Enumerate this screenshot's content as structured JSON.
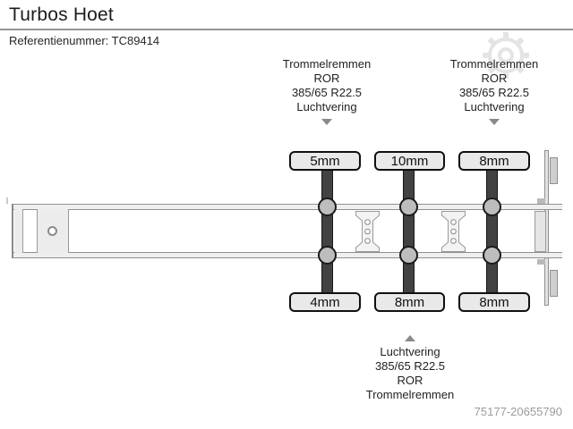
{
  "header": {
    "title": "Turbos Hoet",
    "reference": "Referentienummer: TC89414"
  },
  "specs": {
    "top_left": {
      "lines": [
        "Trommelremmen",
        "ROR",
        "385/65 R22.5",
        "Luchtvering"
      ]
    },
    "top_right": {
      "lines": [
        "Trommelremmen",
        "ROR",
        "385/65 R22.5",
        "Luchtvering"
      ]
    },
    "bottom": {
      "lines": [
        "Luchtvering",
        "385/65 R22.5",
        "ROR",
        "Trommelremmen"
      ]
    }
  },
  "tread_depths": {
    "top_row": [
      "5mm",
      "10mm",
      "8mm"
    ],
    "bottom_row": [
      "4mm",
      "8mm",
      "8mm"
    ]
  },
  "footer": {
    "listing_id": "75177-20655790"
  },
  "colors": {
    "axle_bar": "#424242",
    "hub_fill": "#bdbdbd",
    "label_fill": "#e9e9e9",
    "frame_line": "#909090",
    "muted_text": "#9b9b9b",
    "watermark": "#e4e4e4"
  }
}
